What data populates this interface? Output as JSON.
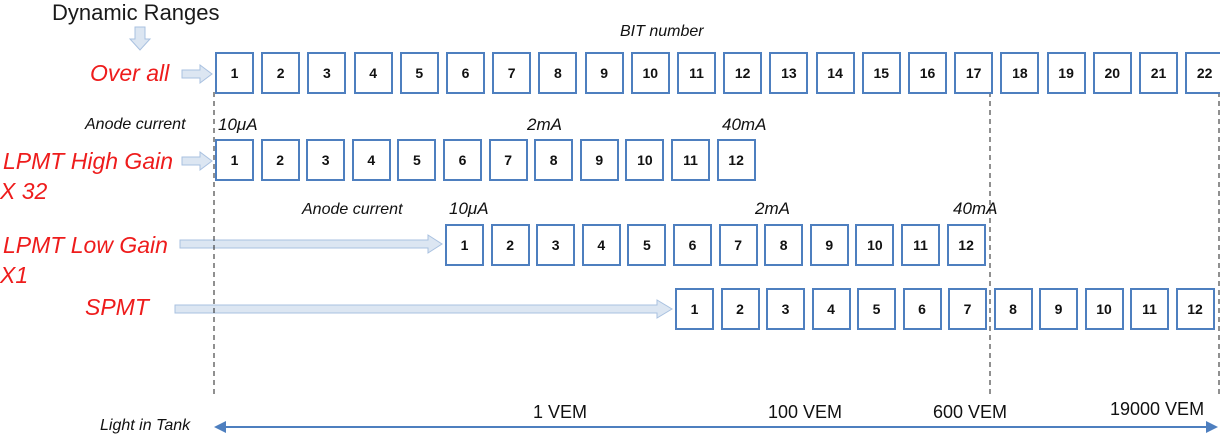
{
  "title": "Dynamic Ranges",
  "bit_number_label": "BIT number",
  "rows": [
    {
      "id": "overall",
      "label": "Over all",
      "bits": [
        "1",
        "2",
        "3",
        "4",
        "5",
        "6",
        "7",
        "8",
        "9",
        "10",
        "11",
        "12",
        "13",
        "14",
        "15",
        "16",
        "17",
        "18",
        "19",
        "20",
        "21",
        "22"
      ]
    },
    {
      "id": "lpmt-high",
      "label": "LPMT High Gain",
      "label_line2": "X 32",
      "bits": [
        "1",
        "2",
        "3",
        "4",
        "5",
        "6",
        "7",
        "8",
        "9",
        "10",
        "11",
        "12"
      ],
      "caption": "Anode current",
      "ticks": [
        "10μA",
        "2mA",
        "40mA"
      ]
    },
    {
      "id": "lpmt-low",
      "label": "LPMT Low Gain",
      "label_line2": "X1",
      "bits": [
        "1",
        "2",
        "3",
        "4",
        "5",
        "6",
        "7",
        "8",
        "9",
        "10",
        "11",
        "12"
      ],
      "caption": "Anode current",
      "ticks": [
        "10μA",
        "2mA",
        "40mA"
      ]
    },
    {
      "id": "spmt",
      "label": "SPMT",
      "bits": [
        "1",
        "2",
        "3",
        "4",
        "5",
        "6",
        "7",
        "8",
        "9",
        "10",
        "11",
        "12"
      ]
    }
  ],
  "axis": {
    "label": "Light in Tank",
    "marks": [
      "1 VEM",
      "100 VEM",
      "600 VEM",
      "19000 VEM"
    ]
  },
  "colors": {
    "box_border": "#4e7fbf",
    "label_red": "#ee1c1c",
    "arrow_fill": "#dce6f2",
    "arrow_stroke": "#a9c1e0",
    "axis_line": "#4e7fbf"
  }
}
